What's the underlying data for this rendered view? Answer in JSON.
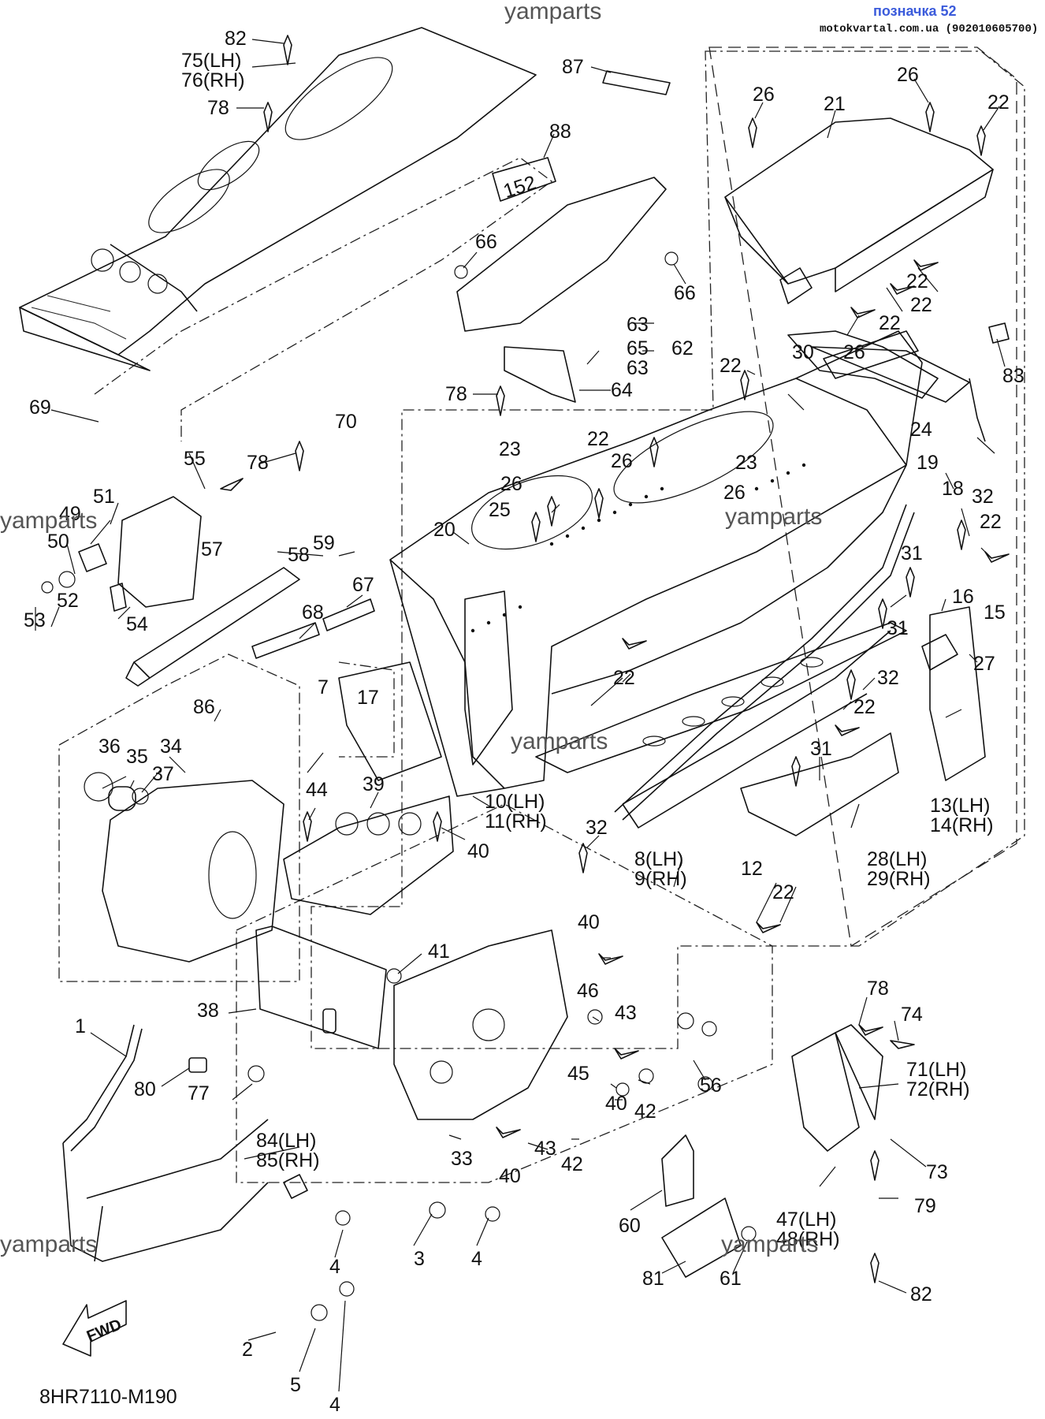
{
  "header": {
    "watermark_top": "yamparts",
    "page_ref": "позначка 52",
    "source": "motokvartal.com.ua (902010605700)"
  },
  "watermarks": [
    "yamparts",
    "yamparts",
    "yamparts",
    "yamparts",
    "yamparts"
  ],
  "diagram_code": "8HR7110-M190",
  "fwd_label": "FWD",
  "decal_text": "152",
  "parts": [
    {
      "label": "82"
    },
    {
      "label": "75(LH)"
    },
    {
      "label": "76(RH)"
    },
    {
      "label": "78"
    },
    {
      "label": "87"
    },
    {
      "label": "88"
    },
    {
      "label": "26"
    },
    {
      "label": "26"
    },
    {
      "label": "21"
    },
    {
      "label": "22"
    },
    {
      "label": "66"
    },
    {
      "label": "66"
    },
    {
      "label": "63"
    },
    {
      "label": "65"
    },
    {
      "label": "62"
    },
    {
      "label": "63"
    },
    {
      "label": "64"
    },
    {
      "label": "22"
    },
    {
      "label": "22"
    },
    {
      "label": "22"
    },
    {
      "label": "30"
    },
    {
      "label": "26"
    },
    {
      "label": "83"
    },
    {
      "label": "78"
    },
    {
      "label": "22"
    },
    {
      "label": "69"
    },
    {
      "label": "70"
    },
    {
      "label": "78"
    },
    {
      "label": "23"
    },
    {
      "label": "22"
    },
    {
      "label": "26"
    },
    {
      "label": "24"
    },
    {
      "label": "19"
    },
    {
      "label": "18"
    },
    {
      "label": "23"
    },
    {
      "label": "26"
    },
    {
      "label": "26"
    },
    {
      "label": "25"
    },
    {
      "label": "55"
    },
    {
      "label": "51"
    },
    {
      "label": "49"
    },
    {
      "label": "50"
    },
    {
      "label": "20"
    },
    {
      "label": "57"
    },
    {
      "label": "59"
    },
    {
      "label": "58"
    },
    {
      "label": "32"
    },
    {
      "label": "22"
    },
    {
      "label": "53"
    },
    {
      "label": "52"
    },
    {
      "label": "54"
    },
    {
      "label": "67"
    },
    {
      "label": "68"
    },
    {
      "label": "31"
    },
    {
      "label": "16"
    },
    {
      "label": "15"
    },
    {
      "label": "31"
    },
    {
      "label": "22"
    },
    {
      "label": "27"
    },
    {
      "label": "86"
    },
    {
      "label": "7"
    },
    {
      "label": "17"
    },
    {
      "label": "32"
    },
    {
      "label": "22"
    },
    {
      "label": "36"
    },
    {
      "label": "35"
    },
    {
      "label": "34"
    },
    {
      "label": "37"
    },
    {
      "label": "31"
    },
    {
      "label": "10(LH)"
    },
    {
      "label": "11(RH)"
    },
    {
      "label": "13(LH)"
    },
    {
      "label": "14(RH)"
    },
    {
      "label": "44"
    },
    {
      "label": "39"
    },
    {
      "label": "40"
    },
    {
      "label": "32"
    },
    {
      "label": "8(LH)"
    },
    {
      "label": "9(RH)"
    },
    {
      "label": "28(LH)"
    },
    {
      "label": "29(RH)"
    },
    {
      "label": "12"
    },
    {
      "label": "22"
    },
    {
      "label": "40"
    },
    {
      "label": "41"
    },
    {
      "label": "38"
    },
    {
      "label": "46"
    },
    {
      "label": "43"
    },
    {
      "label": "78"
    },
    {
      "label": "74"
    },
    {
      "label": "1"
    },
    {
      "label": "56"
    },
    {
      "label": "71(LH)"
    },
    {
      "label": "72(RH)"
    },
    {
      "label": "80"
    },
    {
      "label": "77"
    },
    {
      "label": "45"
    },
    {
      "label": "40"
    },
    {
      "label": "42"
    },
    {
      "label": "73"
    },
    {
      "label": "84(LH)"
    },
    {
      "label": "85(RH)"
    },
    {
      "label": "33"
    },
    {
      "label": "40"
    },
    {
      "label": "43"
    },
    {
      "label": "42"
    },
    {
      "label": "79"
    },
    {
      "label": "60"
    },
    {
      "label": "47(LH)"
    },
    {
      "label": "48(RH)"
    },
    {
      "label": "4"
    },
    {
      "label": "3"
    },
    {
      "label": "4"
    },
    {
      "label": "81"
    },
    {
      "label": "61"
    },
    {
      "label": "82"
    },
    {
      "label": "2"
    },
    {
      "label": "5"
    },
    {
      "label": "4"
    }
  ]
}
